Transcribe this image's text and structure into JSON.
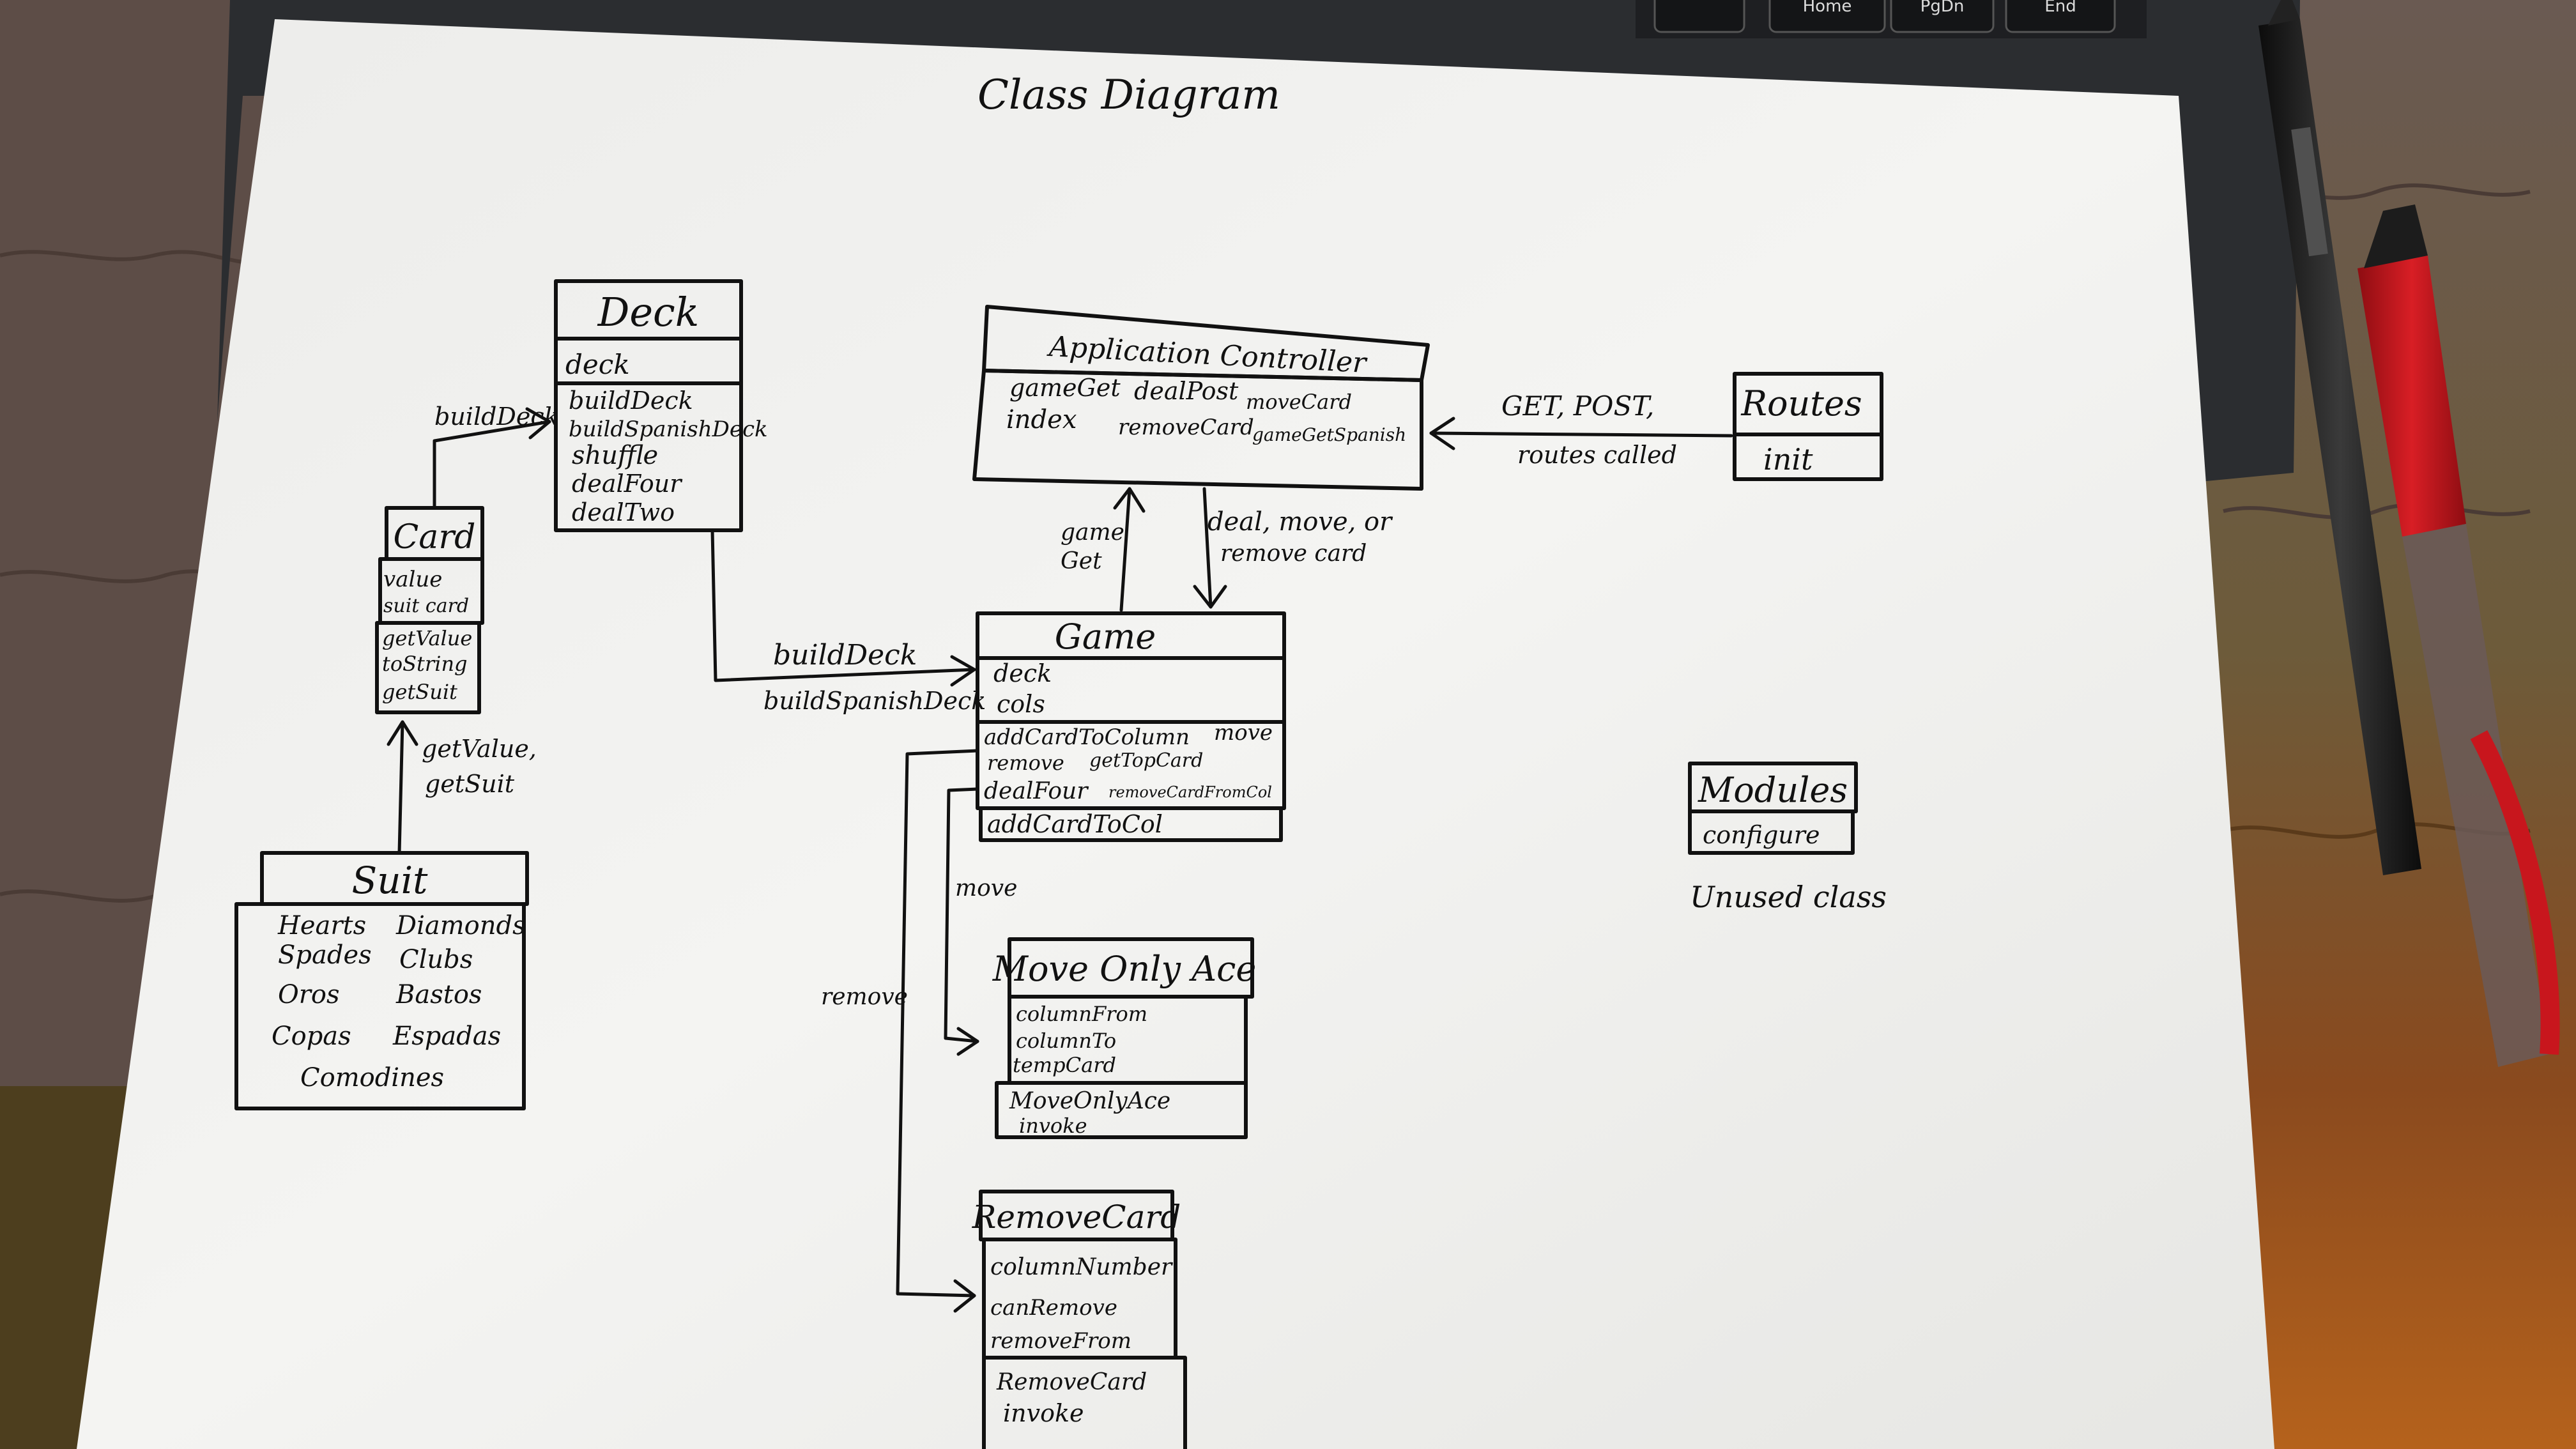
{
  "title": "Class Diagram",
  "keyboard": {
    "keys": [
      "Home",
      "PgDn",
      "End"
    ]
  },
  "classes": {
    "deck": {
      "name": "Deck",
      "attributes": [
        "deck"
      ],
      "methods": [
        "buildDeck",
        "buildSpanishDeck",
        "shuffle",
        "dealFour",
        "dealTwo"
      ]
    },
    "card": {
      "name": "Card",
      "attributes": [
        "value",
        "suit card"
      ],
      "methods": [
        "getValue",
        "toString",
        "getSuit"
      ]
    },
    "suit": {
      "name": "Suit",
      "values": [
        "Hearts",
        "Diamonds",
        "Spades",
        "Clubs",
        "Oros",
        "Bastos",
        "Copas",
        "Espadas",
        "Comodines"
      ]
    },
    "application_controller": {
      "name": "Application Controller",
      "methods": [
        "gameGet",
        "dealPost",
        "moveCard",
        "index",
        "removeCard",
        "gameGetSpanish"
      ]
    },
    "routes": {
      "name": "Routes",
      "methods": [
        "init"
      ]
    },
    "game": {
      "name": "Game",
      "attributes": [
        "deck",
        "cols"
      ],
      "methods": [
        "addCardToColumn",
        "move",
        "remove",
        "getTopCard",
        "dealFour",
        "removeCardFromCol",
        "addCardToCol"
      ]
    },
    "move_only_ace": {
      "name": "Move Only Ace",
      "attributes": [
        "columnFrom",
        "columnTo",
        "tempCard"
      ],
      "methods": [
        "MoveOnlyAce",
        "invoke"
      ]
    },
    "remove_card": {
      "name": "RemoveCard",
      "attributes": [
        "columnNumber",
        "canRemove",
        "removeFrom"
      ],
      "methods": [
        "RemoveCard",
        "invoke"
      ]
    },
    "modules": {
      "name": "Modules",
      "methods": [
        "configure"
      ],
      "note": "Unused class"
    }
  },
  "arrows": {
    "card_to_deck": "buildDeck",
    "suit_to_card": [
      "getValue,",
      "getSuit"
    ],
    "deck_to_game": [
      "buildDeck",
      "buildSpanishDeck"
    ],
    "game_to_controller": [
      "game",
      "Get"
    ],
    "controller_to_game": [
      "deal, move, or",
      "remove card"
    ],
    "routes_to_controller": [
      "GET, POST,",
      "routes called"
    ],
    "game_to_moveonlyace": "move",
    "game_to_removecard": "remove"
  },
  "colors": {
    "paper": "#f2f2f0",
    "ink": "#111111",
    "pen_red": "#c8161d",
    "pen_black": "#1c1c1c",
    "laptop": "#2b2d30"
  }
}
